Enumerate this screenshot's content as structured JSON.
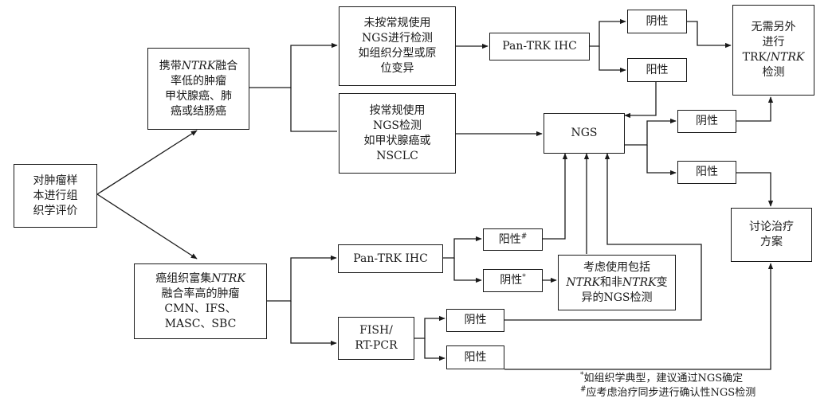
{
  "diagram": {
    "eval": [
      "对肿瘤样",
      "本进行组",
      "织学评价"
    ],
    "low": {
      "l1_pre": "携带",
      "l1_em": "NTRK",
      "l1_post": "融合",
      "l2": "率低的肿瘤",
      "l3": "甲状腺癌、肺",
      "l4": "癌或结肠癌"
    },
    "high": {
      "l1_pre": "癌组织富集",
      "l1_em": "NTRK",
      "l2": "融合率高的肿瘤",
      "l3": "CMN、IFS、",
      "l4": "MASC、SBC"
    },
    "not_routine": [
      "未按常规使用",
      "NGS进行检测",
      "如组织分型或原",
      "位变异"
    ],
    "routine": [
      "按常规使用",
      "NGS检测",
      "如甲状腺癌或",
      "NSCLC"
    ],
    "pantrk_ihc": "Pan-TRK IHC",
    "ngs": "NGS",
    "no_further": {
      "l1": "无需另外",
      "l2": "进行",
      "l3_pre": "TRK/",
      "l3_em": "NTRK",
      "l4": "检测"
    },
    "discuss": [
      "讨论治疗",
      "方案"
    ],
    "negative": "阴性",
    "positive": "阳性",
    "consider": {
      "l1": "考虑使用包括",
      "l2_em1": "NTRK",
      "l2_mid": "和非",
      "l2_em2": "NTRK",
      "l2_post": "变",
      "l3": "异的NGS检测"
    },
    "fish": [
      "FISH/",
      "RT-PCR"
    ],
    "mark_star": "*",
    "mark_hash": "#"
  },
  "footnotes": {
    "star_text": "如组织学典型，建议通过NGS确定",
    "hash_text": "应考虑治疗同步进行确认性NGS检测"
  }
}
